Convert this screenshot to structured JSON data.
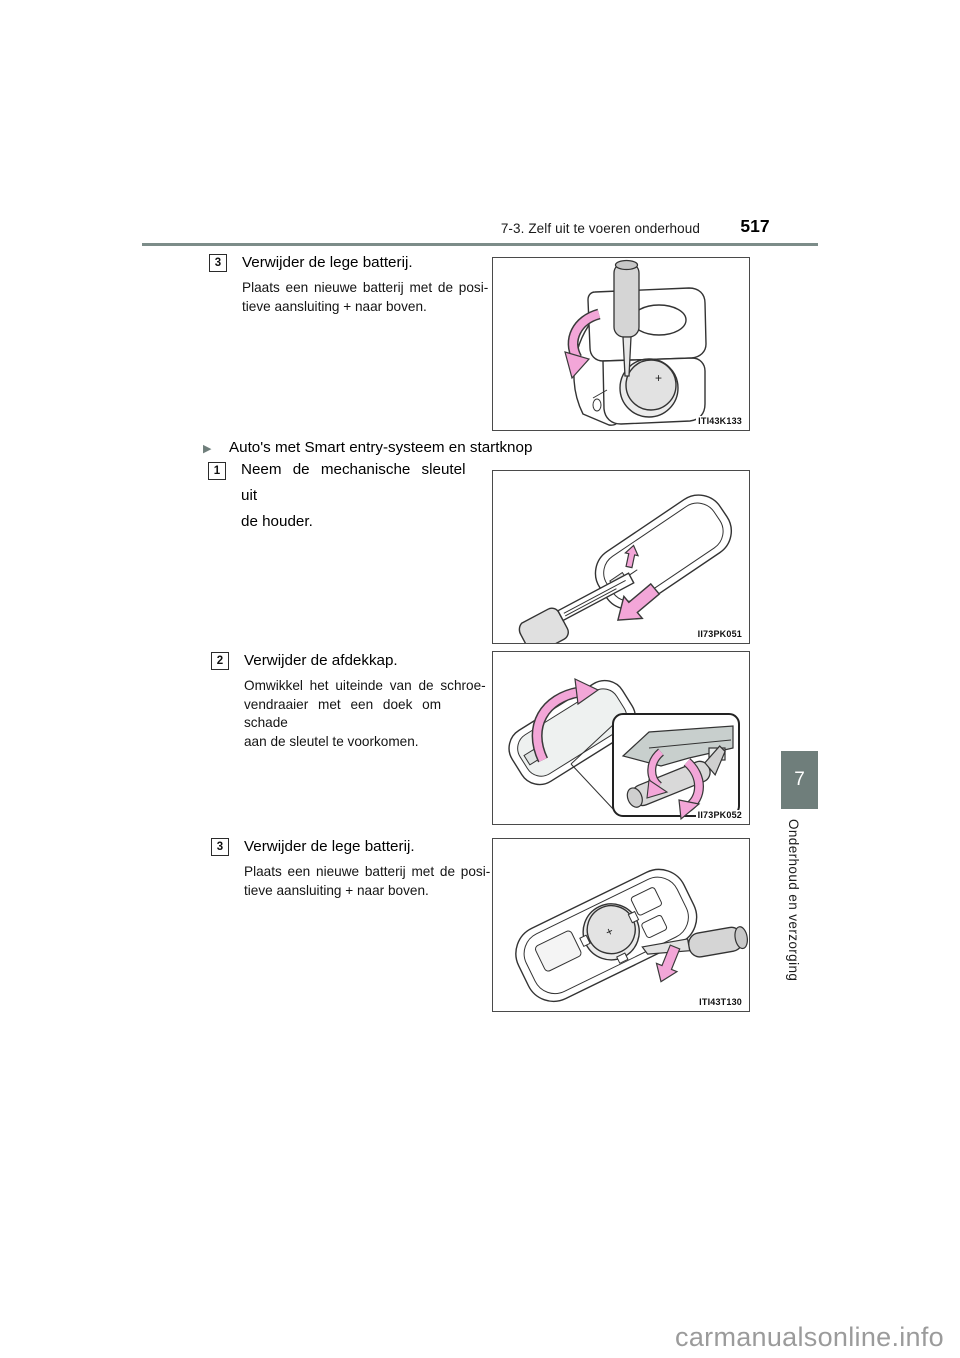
{
  "header": {
    "section_title": "7-3. Zelf uit te voeren onderhoud",
    "page_number": "517"
  },
  "sidebar": {
    "chapter_tab": "7",
    "chapter_title": "Onderhoud en verzorging"
  },
  "icons": {
    "section_bullet": "▶",
    "battery_plus": "+"
  },
  "colors": {
    "rule_slate": "#7c8c89",
    "tab_slate": "#6f7e7b",
    "arrow_pink": "#f3a6d8",
    "watermark_gray": "#9b9b9b"
  },
  "content": {
    "intro_step": {
      "number": "3",
      "title": "Verwijder de lege batterij.",
      "body_lines": [
        "Plaats een nieuwe batterij met de posi-",
        "tieve aansluiting + naar boven."
      ],
      "figure_code": "ITI43K133"
    },
    "subsection_heading": "Auto's met Smart entry-systeem en startknop",
    "steps": [
      {
        "number": "1",
        "title_lines": [
          "Neem de mechanische sleutel uit",
          "de houder."
        ],
        "figure_code": "II73PK051"
      },
      {
        "number": "2",
        "title": "Verwijder de afdekkap.",
        "body_lines": [
          "Omwikkel het uiteinde van de schroe-",
          "vendraaier met een doek om schade",
          "aan de sleutel te voorkomen."
        ],
        "figure_code": "II73PK052"
      },
      {
        "number": "3",
        "title": "Verwijder de lege batterij.",
        "body_lines": [
          "Plaats een nieuwe batterij met de posi-",
          "tieve aansluiting + naar boven."
        ],
        "figure_code": "ITI43T130"
      }
    ]
  },
  "watermark": "carmanualsonline.info"
}
